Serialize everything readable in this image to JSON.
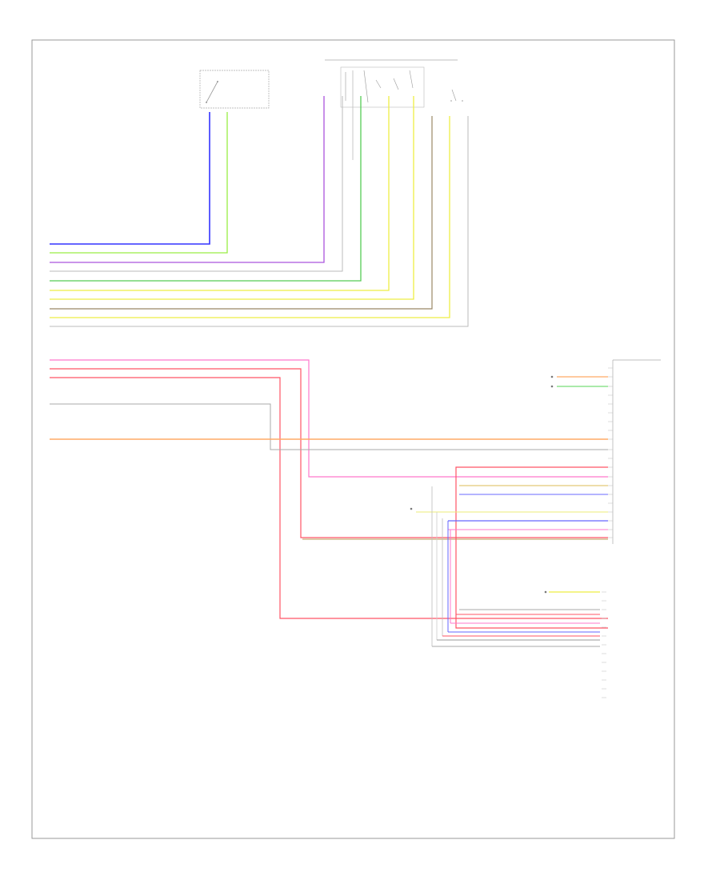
{
  "frame": {
    "border_color": "#999999",
    "page_code": ""
  },
  "components": {
    "top_switch": {
      "title_line1": "",
      "title_line2": "",
      "note_lines": [
        "",
        "",
        "",
        "",
        ""
      ]
    },
    "top_module": {
      "title": ""
    },
    "right_module": {
      "label_lines": [
        "",
        "",
        "",
        ""
      ]
    },
    "right_socket": {
      "label_lines": [
        "",
        ""
      ]
    }
  },
  "wire_colors": {
    "blu": "#3333ff",
    "grn_lt": "#99ee44",
    "vio": "#aa55dd",
    "gry": "#999999",
    "grn": "#55cc55",
    "yel": "#eeee44",
    "brn": "#998866",
    "pnk": "#ff55aa",
    "red": "#ff4455",
    "org": "#ff9933",
    "wht": "#cccccc"
  },
  "upper_bundle_wires": [
    {
      "color": "blu",
      "label": "",
      "pin": ""
    },
    {
      "color": "grn_lt",
      "label": "",
      "pin": ""
    },
    {
      "color": "vio",
      "label": "",
      "pin": ""
    },
    {
      "color": "gry",
      "label": "",
      "pin": ""
    },
    {
      "color": "gry",
      "label": "",
      "pin": ""
    },
    {
      "color": "grn",
      "label": "",
      "pin": ""
    },
    {
      "color": "yel",
      "label": "",
      "pin": ""
    },
    {
      "color": "yel",
      "label": "",
      "pin": ""
    },
    {
      "color": "brn",
      "label": "",
      "pin": ""
    },
    {
      "color": "yel",
      "label": "",
      "pin": ""
    },
    {
      "color": "gry",
      "label": "",
      "pin": ""
    }
  ],
  "left_wires_mid": [
    {
      "color": "pnk",
      "label": "",
      "pin": ""
    },
    {
      "color": "red",
      "label": "",
      "pin": ""
    },
    {
      "color": "red",
      "label": "",
      "pin": ""
    },
    {
      "color": "gry",
      "label": "",
      "pin": ""
    },
    {
      "color": "org",
      "label": "",
      "pin": ""
    }
  ],
  "right_module_pins": [
    "",
    "",
    "",
    "",
    "",
    "",
    "",
    "",
    "",
    "",
    "",
    "",
    "",
    "",
    "",
    "",
    "",
    "",
    "",
    "",
    "",
    "",
    "",
    "",
    "",
    "",
    ""
  ],
  "right_module_wire_labels": [
    "",
    "",
    "",
    "",
    "",
    "",
    "",
    "",
    "",
    "",
    "",
    "",
    "",
    "",
    ""
  ],
  "socket_pins": [
    "",
    "",
    "",
    "",
    "",
    "",
    "",
    "",
    "",
    "",
    "",
    "",
    "",
    "",
    "",
    ""
  ],
  "socket_wire_labels": [
    "",
    "",
    "",
    "",
    "",
    "",
    "",
    ""
  ],
  "side_notes": {
    "ground_1": [
      "",
      ""
    ],
    "ground_2": [
      "",
      ""
    ],
    "right_sensor_1": [
      "",
      "",
      "",
      ""
    ],
    "right_sensor_2": [
      "",
      "",
      "",
      ""
    ]
  }
}
